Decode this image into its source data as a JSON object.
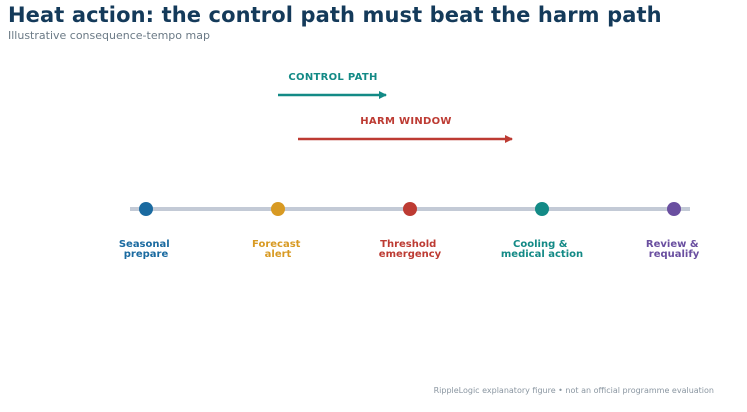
{
  "header": {
    "title": "Heat action: the control path must beat the harm path",
    "subtitle": "Illustrative consequence-tempo map"
  },
  "paths": {
    "control": {
      "label": "CONTROL PATH",
      "color": "#138a86"
    },
    "harm": {
      "label": "HARM WINDOW",
      "color": "#bd3b33"
    }
  },
  "timeline": {
    "axis_color": "#c3cad6",
    "stages": [
      {
        "line1": "Seasonal",
        "line2": "prepare",
        "color": "#1a6aa0"
      },
      {
        "line1": "Forecast",
        "line2": "alert",
        "color": "#d89a23"
      },
      {
        "line1": "Threshold",
        "line2": "emergency",
        "color": "#bd3b33"
      },
      {
        "line1": "Cooling &",
        "line2": "medical action",
        "color": "#138a86"
      },
      {
        "line1": "Review &",
        "line2": "requalify",
        "color": "#6a4fa0"
      }
    ]
  },
  "footer": {
    "text": "RippleLogic explanatory figure • not an official programme evaluation"
  }
}
